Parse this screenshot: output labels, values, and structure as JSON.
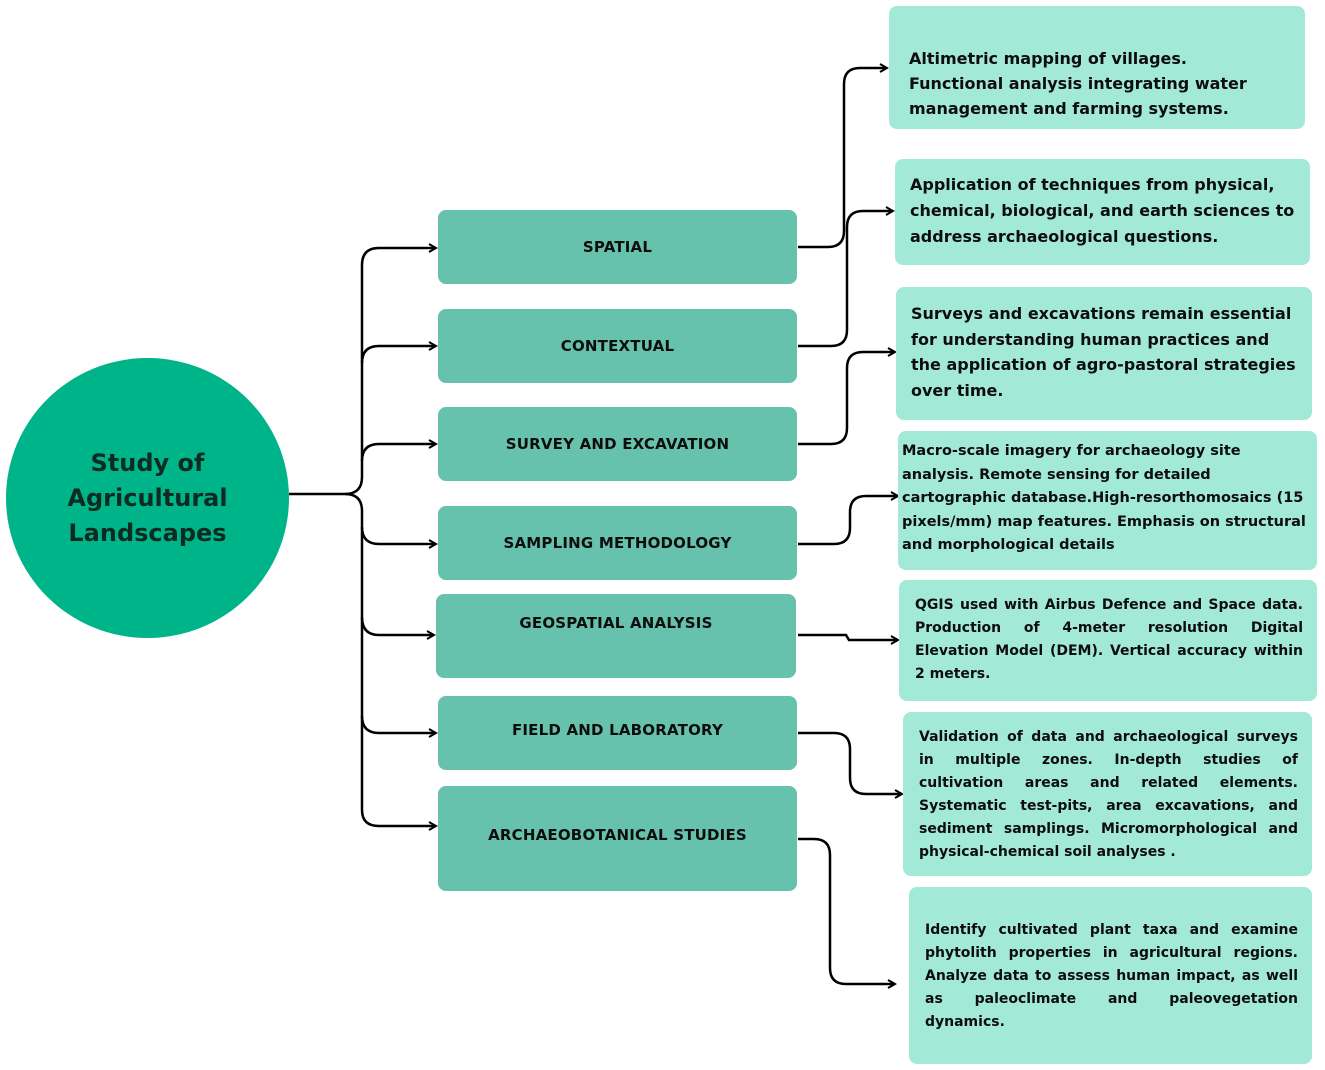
{
  "root": {
    "title": "Study of\nAgricultural\nLandscapes"
  },
  "colors": {
    "root_fill": "#00b48a",
    "method_fill": "#66c2ac",
    "description_fill": "#a3e9d8",
    "connector": "#000000"
  },
  "methods": [
    {
      "label": "SPATIAL"
    },
    {
      "label": "CONTEXTUAL"
    },
    {
      "label": "SURVEY AND EXCAVATION"
    },
    {
      "label": "SAMPLING METHODOLOGY"
    },
    {
      "label": "GEOSPATIAL ANALYSIS"
    },
    {
      "label": "FIELD AND LABORATORY"
    },
    {
      "label": "ARCHAEOBOTANICAL STUDIES"
    }
  ],
  "descriptions": [
    {
      "text": "Altimetric mapping of villages.\nFunctional analysis integrating water management and farming  systems."
    },
    {
      "text": "Application of techniques from physical, chemical, biological, and earth sciences to address archaeological questions."
    },
    {
      "text": "Surveys and excavations remain essential for understanding human practices and the application of agro-pastoral strategies over time."
    },
    {
      "text": "Macro-scale imagery for archaeology site analysis. Remote sensing for detailed cartographic database.High-resorthomosaics (15 pixels/mm) map features. Emphasis on structural and morphological details"
    },
    {
      "text": "QGIS used with Airbus Defence and Space data. Production of 4-meter resolution Digital Elevation Model (DEM). Vertical accuracy within 2 meters."
    },
    {
      "text": "Validation of data and archaeological surveys in multiple zones. In-depth studies of cultivation areas and related elements. Systematic test-pits, area excavations, and sediment samplings. Micromorphological and physical-chemical soil analyses ."
    },
    {
      "text": "Identify cultivated plant taxa and examine phytolith properties in agricultural regions. Analyze data to assess human impact, as well as paleoclimate and paleovegetation dynamics."
    }
  ]
}
